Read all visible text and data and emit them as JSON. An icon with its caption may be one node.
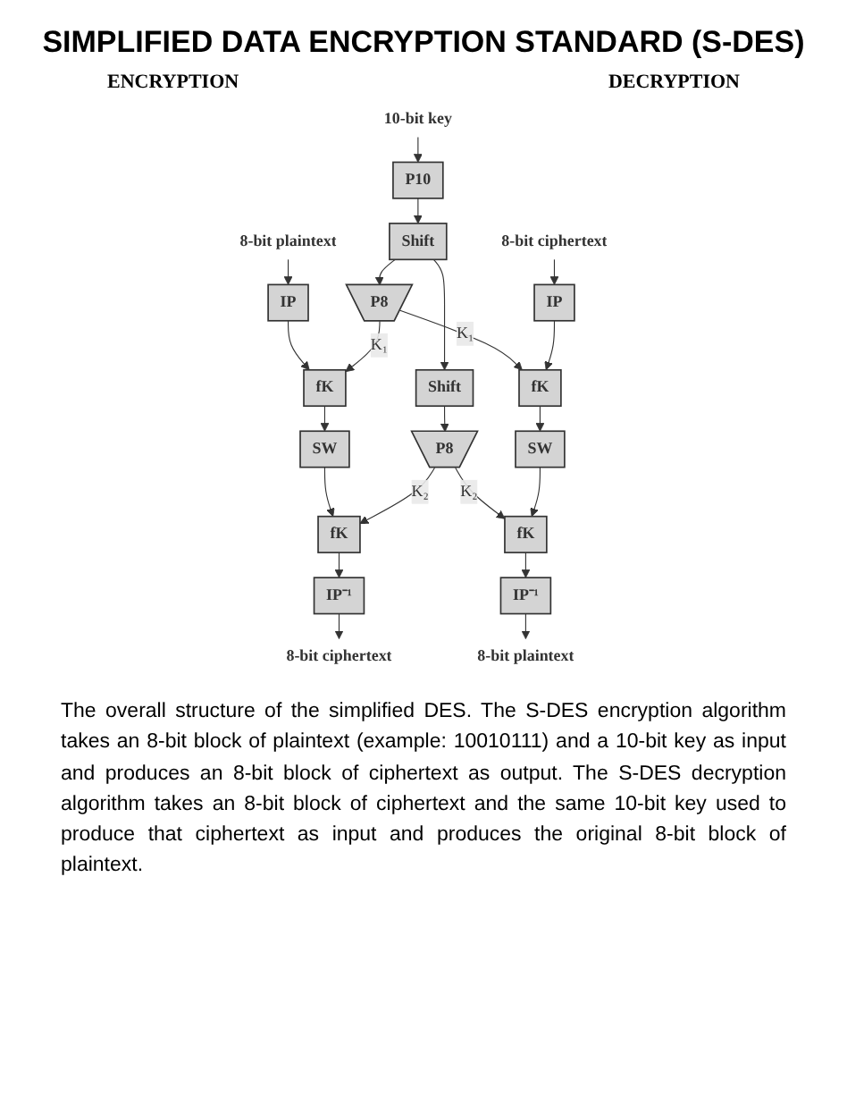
{
  "diagram": {
    "title": "SIMPLIFIED DATA ENCRYPTION STANDARD (S-DES)",
    "caption": "The overall structure of the simplified DES. The S-DES encryption algorithm takes an 8-bit block of plaintext (example: 10010111) and a 10-bit key as input and produces an 8-bit block of ciphertext as output. The S-DES decryption algorithm takes an 8-bit block of ciphertext and the same 10-bit key used to produce that ciphertext as input and produces the original 8-bit block of plaintext.",
    "nodes": [
      {
        "text": [
          "8-bit plaintext"
        ]
      },
      {
        "text": [
          "IP"
        ]
      },
      {
        "text": [
          "fK"
        ]
      },
      {
        "text": [
          "SW"
        ]
      },
      {
        "text": [
          "fK"
        ]
      },
      {
        "text": [
          "IP⁻¹"
        ]
      },
      {
        "text": [
          "8-bit ciphertext"
        ]
      },
      {
        "text": [
          "10-bit key"
        ]
      },
      {
        "text": [
          "P10"
        ]
      },
      {
        "text": [
          "Shift"
        ]
      },
      {
        "text": [
          "P8"
        ]
      },
      {
        "text": [
          "Shift"
        ]
      },
      {
        "text": [
          "P8"
        ]
      },
      {
        "text": [
          "8-bit ciphertext"
        ]
      },
      {
        "text": [
          "IP"
        ]
      },
      {
        "text": [
          "fK"
        ]
      },
      {
        "text": [
          "SW"
        ]
      },
      {
        "text": [
          "fK"
        ]
      },
      {
        "text": [
          "IP⁻¹"
        ]
      },
      {
        "text": [
          "8-bit plaintext"
        ]
      }
    ],
    "edges": [
      {
        "from": 0,
        "to": 1,
        "arrow": "to"
      },
      {
        "from": 1,
        "to": 2,
        "arrow": "to"
      },
      {
        "from": 2,
        "to": 3,
        "arrow": "to"
      },
      {
        "from": 3,
        "to": 4,
        "arrow": "to"
      },
      {
        "from": 4,
        "to": 5,
        "arrow": "to"
      },
      {
        "from": 5,
        "to": 6,
        "arrow": "to"
      },
      {
        "from": 7,
        "to": 8,
        "arrow": "to"
      },
      {
        "from": 8,
        "to": 9,
        "arrow": "to"
      },
      {
        "from": 9,
        "to": 10,
        "arrow": "to"
      },
      {
        "from": 9,
        "to": 11,
        "arrow": "to"
      },
      {
        "from": 11,
        "to": 12,
        "arrow": "to"
      },
      {
        "from": 10,
        "to": 2,
        "arrow": "to",
        "label": "K₁"
      },
      {
        "from": 10,
        "to": 15,
        "arrow": "to",
        "label": "K₁"
      },
      {
        "from": 12,
        "to": 4,
        "arrow": "to",
        "label": "K₂"
      },
      {
        "from": 12,
        "to": 17,
        "arrow": "to",
        "label": "K₂"
      },
      {
        "from": 13,
        "to": 14,
        "arrow": "to"
      },
      {
        "from": 14,
        "to": 15,
        "arrow": "to"
      },
      {
        "from": 15,
        "to": 16,
        "arrow": "to"
      },
      {
        "from": 16,
        "to": 17,
        "arrow": "to"
      },
      {
        "from": 17,
        "to": 18,
        "arrow": "to"
      },
      {
        "from": 18,
        "to": 19,
        "arrow": "to"
      }
    ],
    "labels": [
      "ENCRYPTION",
      "DECRYPTION"
    ]
  }
}
